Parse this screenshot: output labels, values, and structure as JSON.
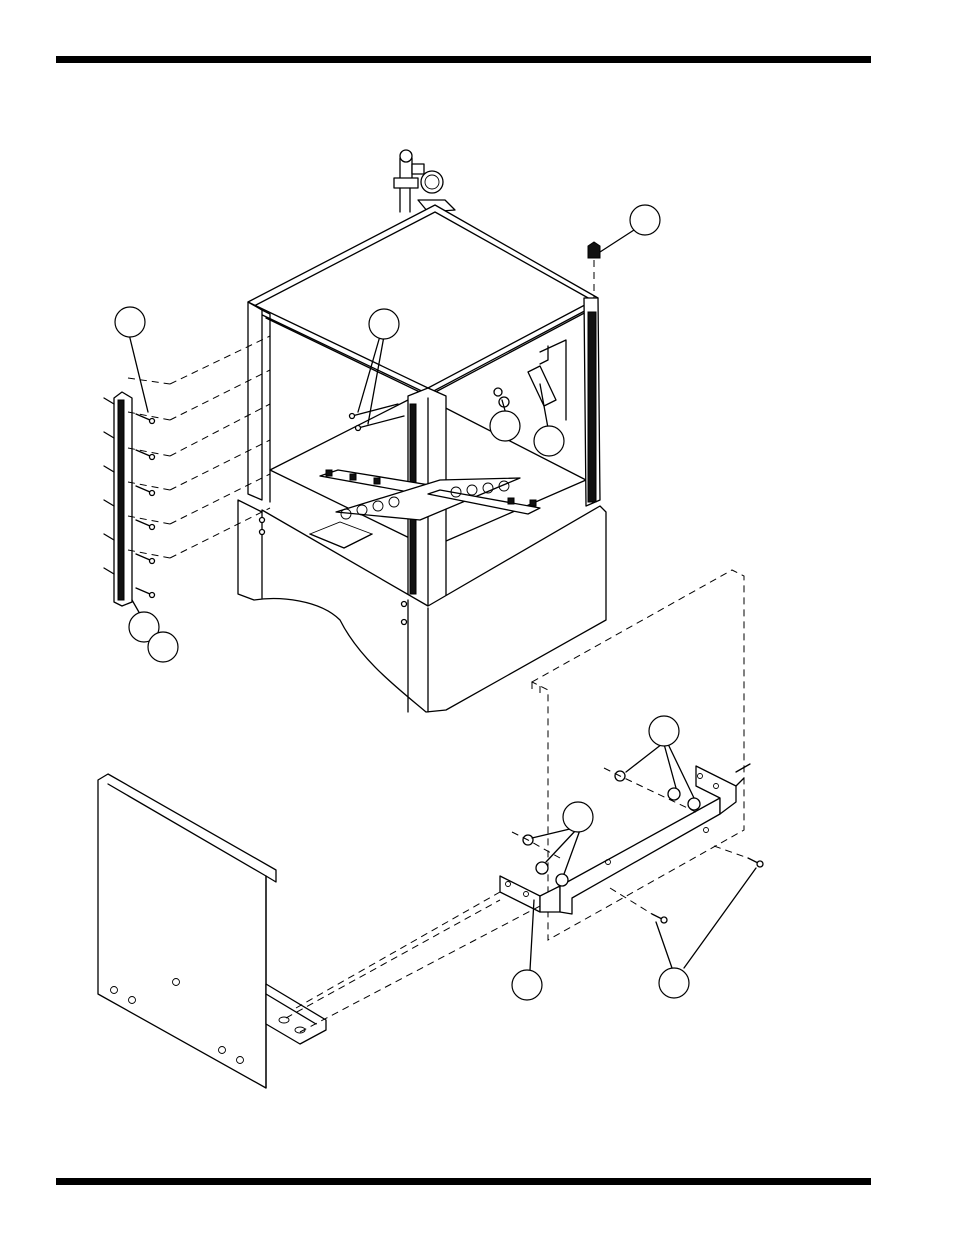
{
  "figure": {
    "type": "exploded-parts-diagram",
    "subject": "cabinet-assembly-with-side-panel-and-bracket"
  },
  "callouts": [
    {
      "id": "callout-top-right"
    },
    {
      "id": "callout-left-column"
    },
    {
      "id": "callout-center-pins"
    },
    {
      "id": "callout-inner-nut"
    },
    {
      "id": "callout-inner-bracket"
    },
    {
      "id": "callout-left-bottom-1"
    },
    {
      "id": "callout-left-bottom-2"
    },
    {
      "id": "callout-bracket-nuts-upper"
    },
    {
      "id": "callout-bracket-nuts-lower"
    },
    {
      "id": "callout-bracket"
    },
    {
      "id": "callout-bolts"
    }
  ]
}
